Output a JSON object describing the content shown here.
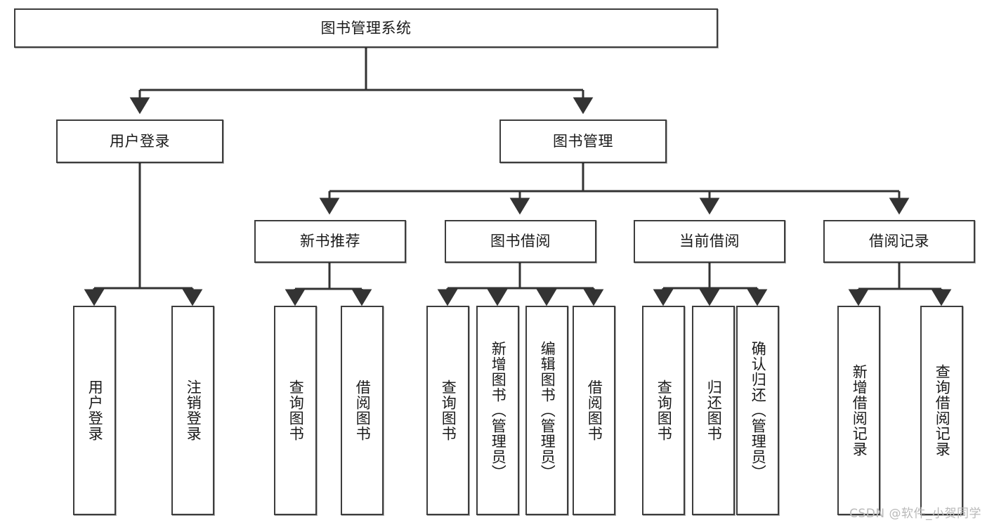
{
  "diagram": {
    "title": "图书管理系统",
    "type": "tree-hierarchy-chart",
    "watermark": "CSDN @软件_小贺同学",
    "colors": {
      "box_border": "#3d3d3d",
      "box_fill": "#ffffff",
      "edge": "#333333",
      "text": "#1a1a1a",
      "watermark": "#b9b9b9"
    },
    "nodes": {
      "root": {
        "label": "图书管理系统"
      },
      "level2": [
        {
          "id": "user-login",
          "label": "用户登录"
        },
        {
          "id": "book-manage",
          "label": "图书管理"
        }
      ],
      "level3": [
        {
          "id": "new-book-recommend",
          "label": "新书推荐"
        },
        {
          "id": "book-borrow",
          "label": "图书借阅"
        },
        {
          "id": "current-borrow",
          "label": "当前借阅"
        },
        {
          "id": "borrow-record",
          "label": "借阅记录"
        }
      ],
      "leaves": {
        "user-login": [
          {
            "id": "leaf-user-login",
            "label": "用户登录"
          },
          {
            "id": "leaf-logout-login",
            "label": "注销登录"
          }
        ],
        "new-book-recommend": [
          {
            "id": "leaf-query-book-1",
            "label": "查询图书"
          },
          {
            "id": "leaf-borrow-book-1",
            "label": "借阅图书"
          }
        ],
        "book-borrow": [
          {
            "id": "leaf-query-book-2",
            "label": "查询图书"
          },
          {
            "id": "leaf-add-book",
            "label": "新增图书（管理员）"
          },
          {
            "id": "leaf-edit-book",
            "label": "编辑图书（管理员）"
          },
          {
            "id": "leaf-borrow-book-2",
            "label": "借阅图书"
          }
        ],
        "current-borrow": [
          {
            "id": "leaf-query-book-3",
            "label": "查询图书"
          },
          {
            "id": "leaf-return-book",
            "label": "归还图书"
          },
          {
            "id": "leaf-confirm-return",
            "label": "确认归还（管理员）"
          }
        ],
        "borrow-record": [
          {
            "id": "leaf-add-record",
            "label": "新增借阅记录"
          },
          {
            "id": "leaf-query-record",
            "label": "查询借阅记录"
          }
        ]
      }
    }
  }
}
